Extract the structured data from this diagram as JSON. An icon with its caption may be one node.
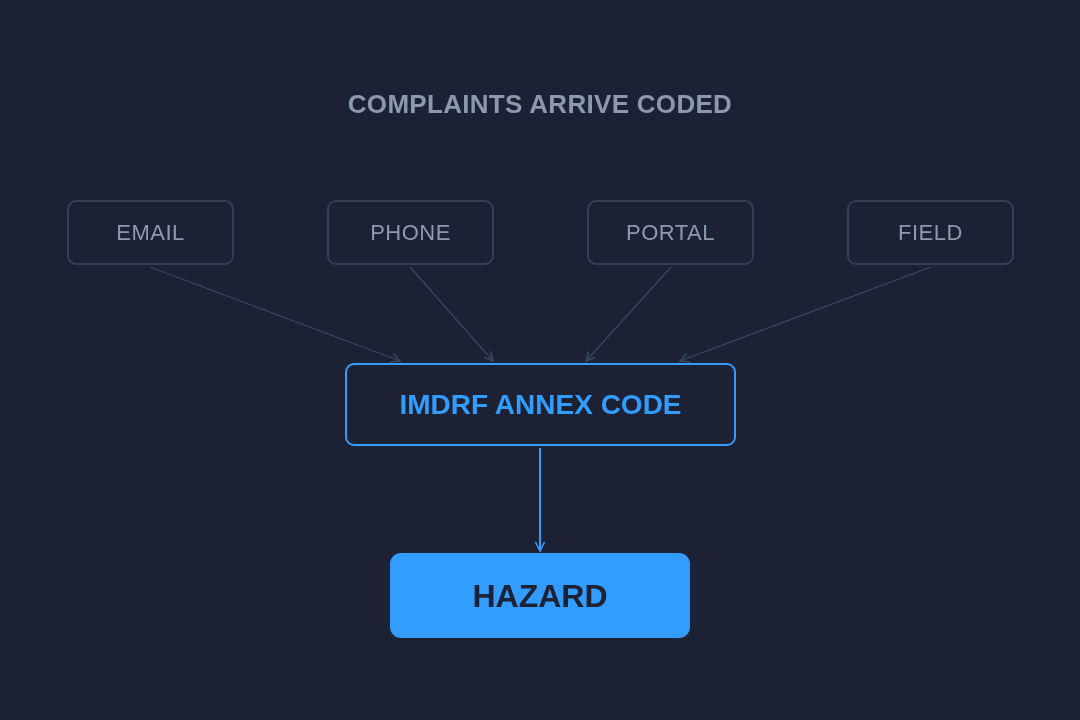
{
  "diagram": {
    "title": "COMPLAINTS ARRIVE CODED",
    "nodes": [
      {
        "text": [
          "EMAIL"
        ]
      },
      {
        "text": [
          "PHONE"
        ]
      },
      {
        "text": [
          "PORTAL"
        ]
      },
      {
        "text": [
          "FIELD"
        ]
      },
      {
        "text": [
          "IMDRF ANNEX CODE"
        ]
      },
      {
        "text": [
          "HAZARD"
        ]
      }
    ],
    "edges": [
      {
        "from": 0,
        "to": 4,
        "arrow": "to"
      },
      {
        "from": 1,
        "to": 4,
        "arrow": "to"
      },
      {
        "from": 2,
        "to": 4,
        "arrow": "to"
      },
      {
        "from": 3,
        "to": 4,
        "arrow": "to"
      },
      {
        "from": 4,
        "to": 5,
        "arrow": "to",
        "color": "#339dff"
      }
    ]
  }
}
